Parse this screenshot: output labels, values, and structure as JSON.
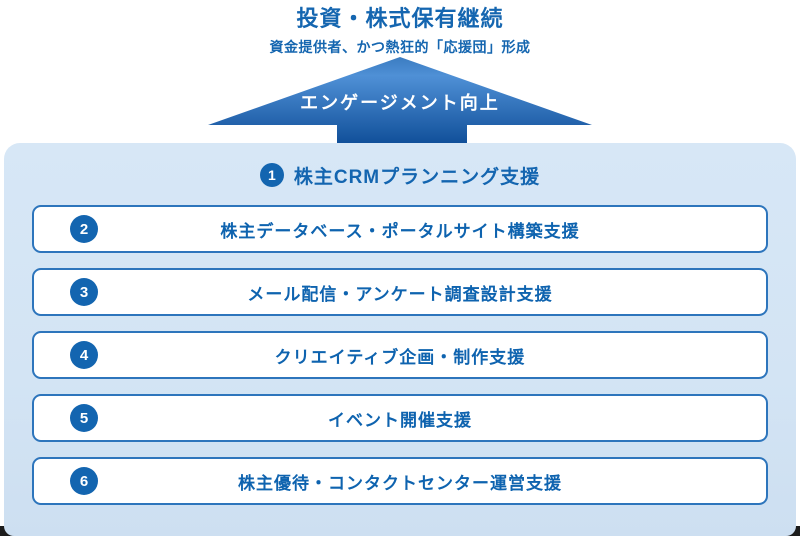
{
  "header": {
    "title": "投資・株式保有継続",
    "subtitle": "資金提供者、かつ熱狂的「応援団」形成"
  },
  "arrow": {
    "label": "エンゲージメント向上"
  },
  "panel": {
    "header": {
      "number": "1",
      "label": "株主CRMプランニング支援"
    },
    "rows": [
      {
        "number": "2",
        "label": "株主データベース・ポータルサイト構築支援"
      },
      {
        "number": "3",
        "label": "メール配信・アンケート調査設計支援"
      },
      {
        "number": "4",
        "label": "クリエイティブ企画・制作支援"
      },
      {
        "number": "5",
        "label": "イベント開催支援"
      },
      {
        "number": "6",
        "label": "株主優待・コンタクトセンター運営支援"
      }
    ]
  },
  "colors": {
    "accent_blue": "#1365b0",
    "row_text_blue": "#0e63af",
    "row_border_blue": "#2d75bc",
    "panel_bg_light_blue": "#d5e5f5",
    "arrow_gradient_top": "#4f90d6",
    "arrow_gradient_bottom": "#11509a",
    "arrow_label_white": "#ffffff",
    "page_edge_dark": "#1c1c1c"
  }
}
